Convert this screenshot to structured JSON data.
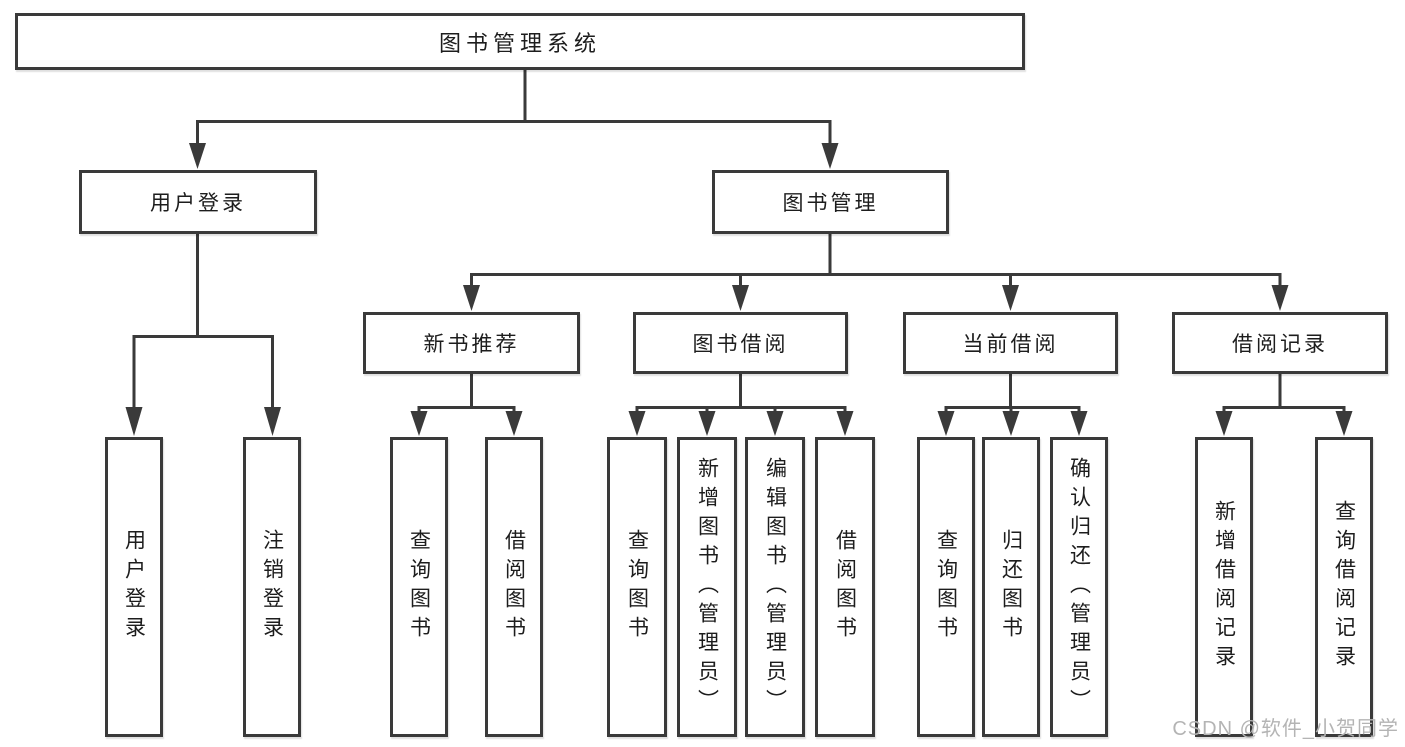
{
  "diagram": {
    "root": {
      "label": "图书管理系统"
    },
    "branches": [
      {
        "label": "用户登录",
        "children": [
          {
            "label": "用户登录"
          },
          {
            "label": "注销登录"
          }
        ]
      },
      {
        "label": "图书管理",
        "children": [
          {
            "label": "新书推荐",
            "children": [
              {
                "label": "查询图书"
              },
              {
                "label": "借阅图书"
              }
            ]
          },
          {
            "label": "图书借阅",
            "children": [
              {
                "label": "查询图书"
              },
              {
                "label": "新增图书（管理员）"
              },
              {
                "label": "编辑图书（管理员）"
              },
              {
                "label": "借阅图书"
              }
            ]
          },
          {
            "label": "当前借阅",
            "children": [
              {
                "label": "查询图书"
              },
              {
                "label": "归还图书"
              },
              {
                "label": "确认归还（管理员）"
              }
            ]
          },
          {
            "label": "借阅记录",
            "children": [
              {
                "label": "新增借阅记录"
              },
              {
                "label": "查询借阅记录"
              }
            ]
          }
        ]
      }
    ],
    "watermark": "CSDN @软件_小贺同学",
    "colors": {
      "line": "#3a3a3a",
      "text": "#1d1d1d",
      "watermark": "#b4b4b4",
      "background": "#ffffff"
    }
  }
}
